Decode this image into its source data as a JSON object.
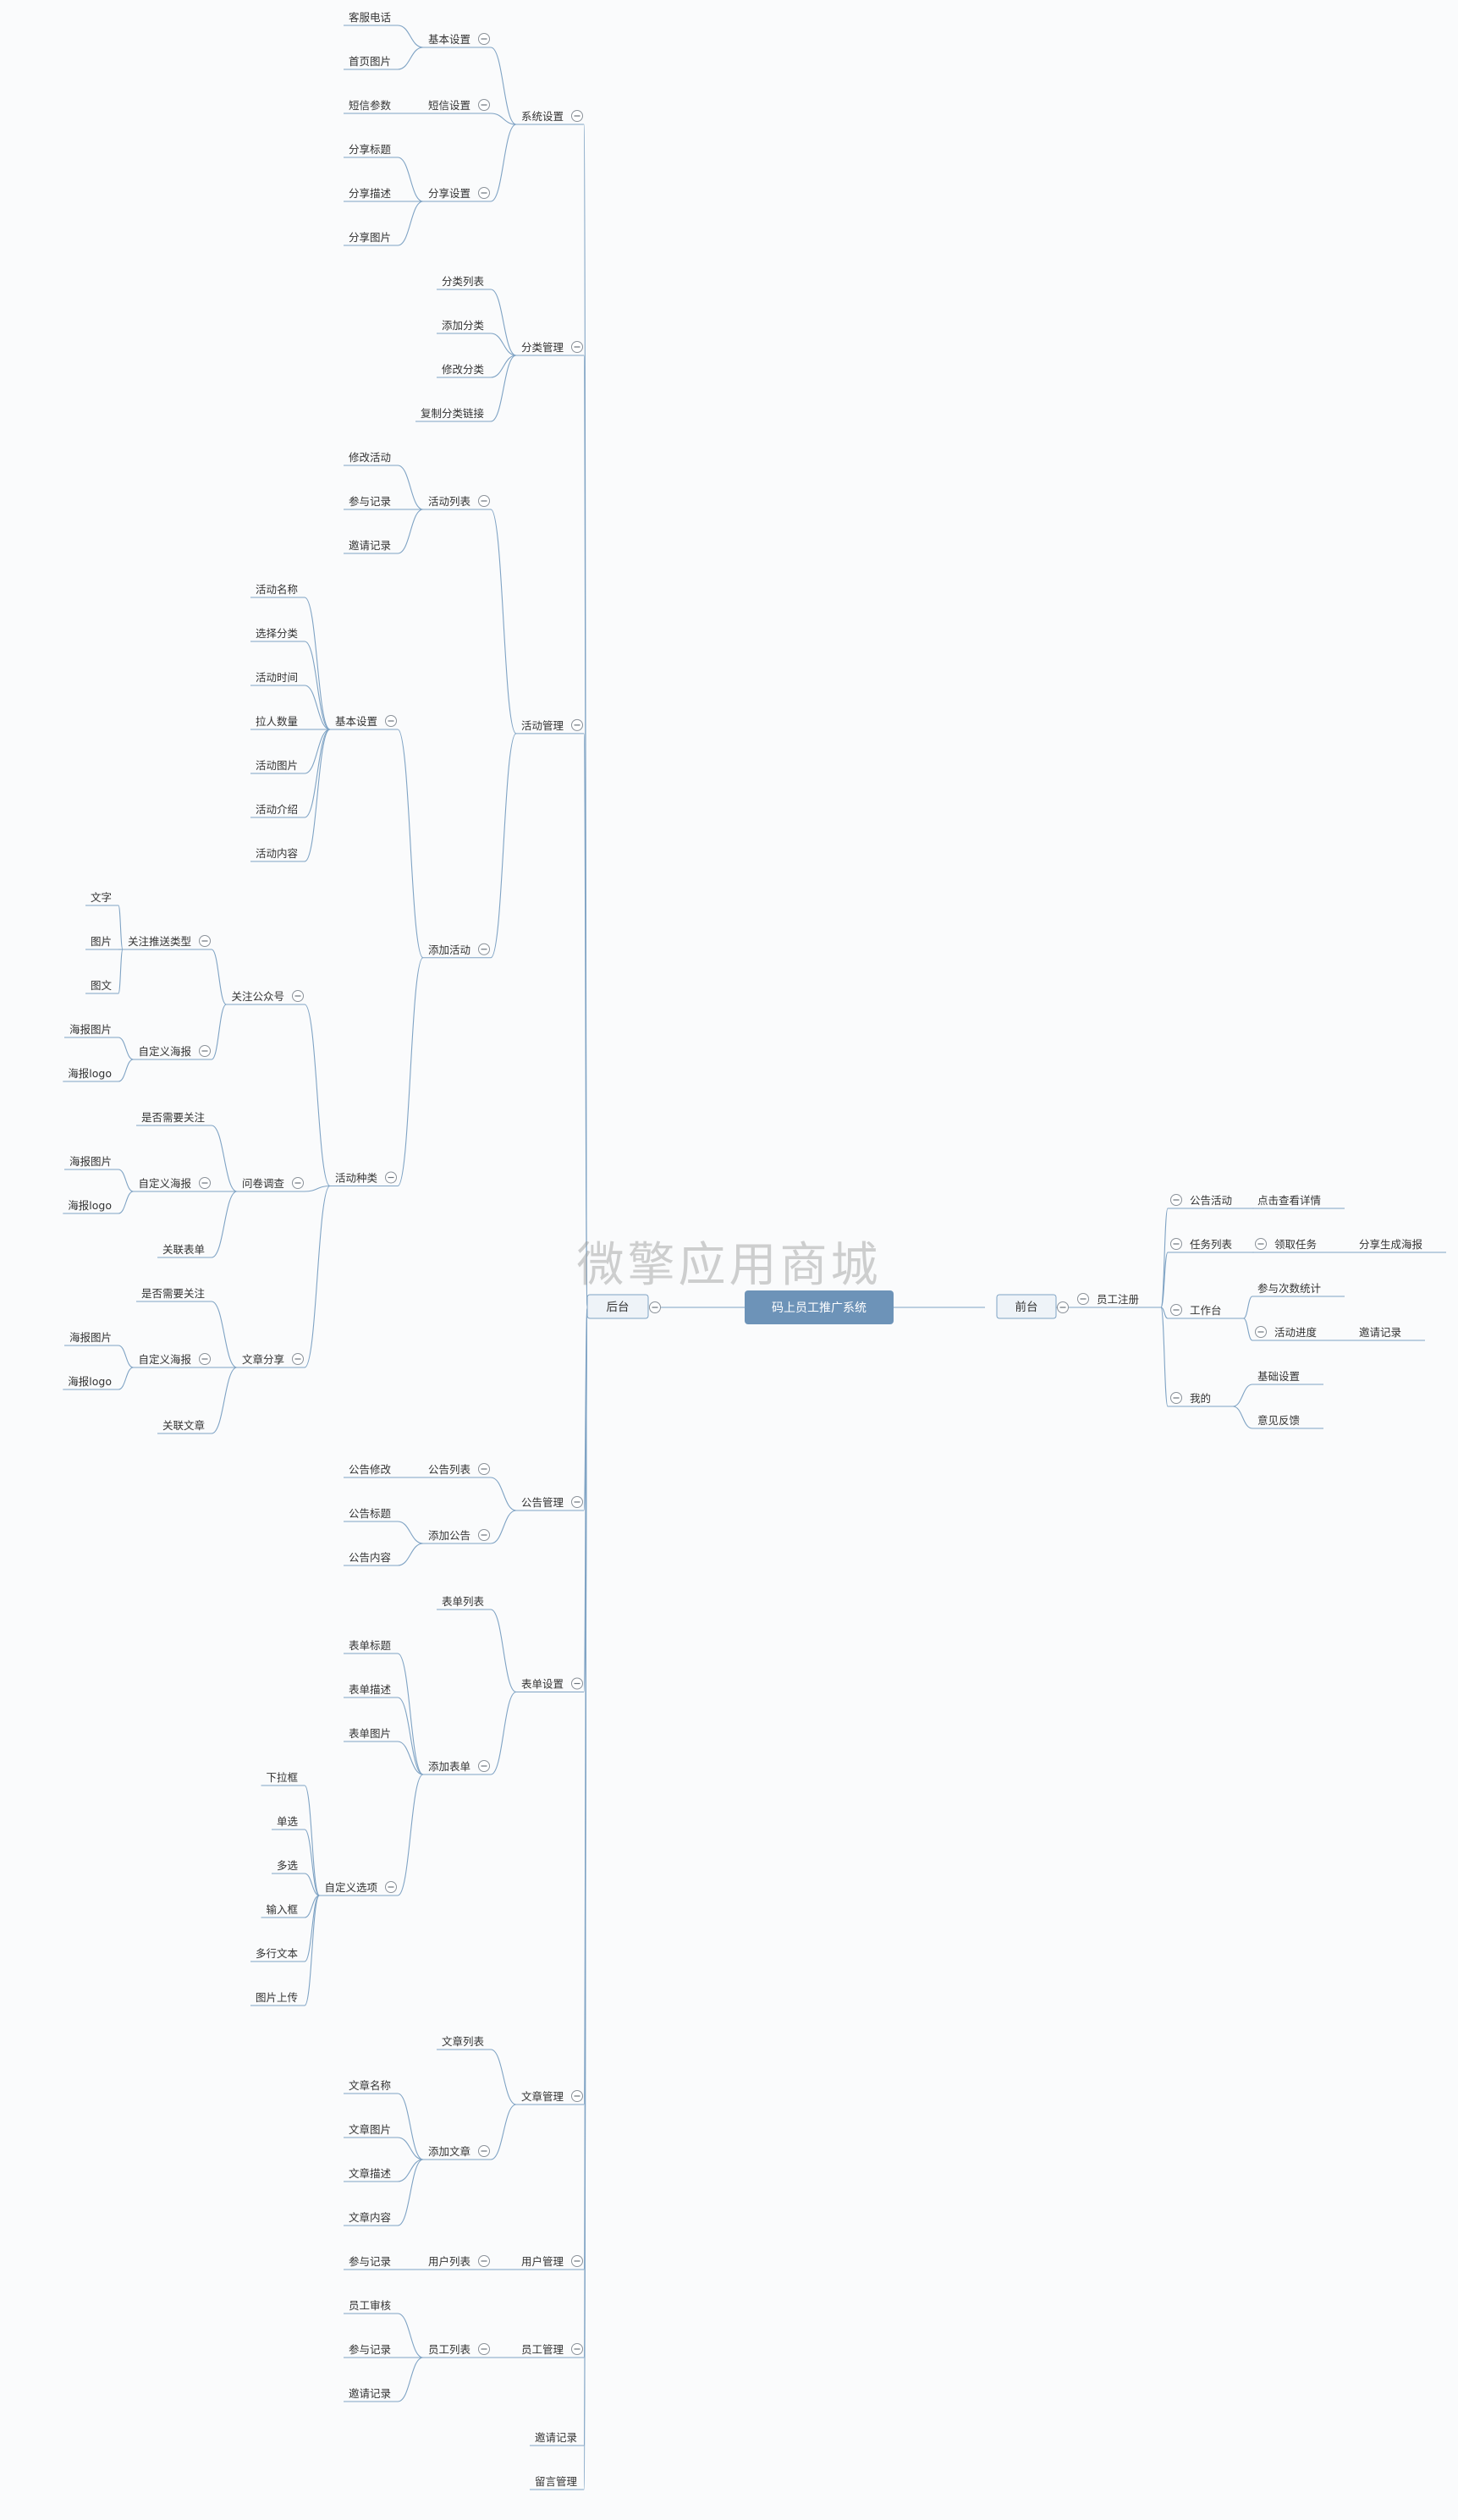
{
  "watermark": "微擎应用商城",
  "root": "码上员工推广系统",
  "back": {
    "label": "后台",
    "children": [
      {
        "label": "系统设置",
        "children": [
          {
            "label": "基本设置",
            "children": [
              {
                "label": "客服电话"
              },
              {
                "label": "首页图片"
              }
            ]
          },
          {
            "label": "短信设置",
            "children": [
              {
                "label": "短信参数"
              }
            ]
          },
          {
            "label": "分享设置",
            "children": [
              {
                "label": "分享标题"
              },
              {
                "label": "分享描述"
              },
              {
                "label": "分享图片"
              }
            ]
          }
        ]
      },
      {
        "label": "分类管理",
        "children": [
          {
            "label": "分类列表"
          },
          {
            "label": "添加分类"
          },
          {
            "label": "修改分类"
          },
          {
            "label": "复制分类链接"
          }
        ]
      },
      {
        "label": "活动管理",
        "children": [
          {
            "label": "活动列表",
            "children": [
              {
                "label": "修改活动"
              },
              {
                "label": "参与记录"
              },
              {
                "label": "邀请记录"
              }
            ]
          },
          {
            "label": "添加活动",
            "children": [
              {
                "label": "基本设置",
                "children": [
                  {
                    "label": "活动名称"
                  },
                  {
                    "label": "选择分类"
                  },
                  {
                    "label": "活动时间"
                  },
                  {
                    "label": "拉人数量"
                  },
                  {
                    "label": "活动图片"
                  },
                  {
                    "label": "活动介绍"
                  },
                  {
                    "label": "活动内容"
                  }
                ]
              },
              {
                "label": "活动种类",
                "children": [
                  {
                    "label": "关注公众号",
                    "children": [
                      {
                        "label": "关注推送类型",
                        "children": [
                          {
                            "label": "文字"
                          },
                          {
                            "label": "图片"
                          },
                          {
                            "label": "图文"
                          }
                        ]
                      },
                      {
                        "label": "自定义海报",
                        "children": [
                          {
                            "label": "海报图片"
                          },
                          {
                            "label": "海报logo"
                          }
                        ]
                      }
                    ]
                  },
                  {
                    "label": "问卷调查",
                    "children": [
                      {
                        "label": "是否需要关注"
                      },
                      {
                        "label": "自定义海报",
                        "children": [
                          {
                            "label": "海报图片"
                          },
                          {
                            "label": "海报logo"
                          }
                        ]
                      },
                      {
                        "label": "关联表单"
                      }
                    ]
                  },
                  {
                    "label": "文章分享",
                    "children": [
                      {
                        "label": "是否需要关注"
                      },
                      {
                        "label": "自定义海报",
                        "children": [
                          {
                            "label": "海报图片"
                          },
                          {
                            "label": "海报logo"
                          }
                        ]
                      },
                      {
                        "label": "关联文章"
                      }
                    ]
                  }
                ]
              }
            ]
          }
        ]
      },
      {
        "label": "公告管理",
        "children": [
          {
            "label": "公告列表",
            "children": [
              {
                "label": "公告修改"
              }
            ]
          },
          {
            "label": "添加公告",
            "children": [
              {
                "label": "公告标题"
              },
              {
                "label": "公告内容"
              }
            ]
          }
        ]
      },
      {
        "label": "表单设置",
        "children": [
          {
            "label": "表单列表"
          },
          {
            "label": "添加表单",
            "children": [
              {
                "label": "表单标题"
              },
              {
                "label": "表单描述"
              },
              {
                "label": "表单图片"
              },
              {
                "label": "自定义选项",
                "children": [
                  {
                    "label": "下拉框"
                  },
                  {
                    "label": "单选"
                  },
                  {
                    "label": "多选"
                  },
                  {
                    "label": "输入框"
                  },
                  {
                    "label": "多行文本"
                  },
                  {
                    "label": "图片上传"
                  }
                ]
              }
            ]
          }
        ]
      },
      {
        "label": "文章管理",
        "children": [
          {
            "label": "文章列表"
          },
          {
            "label": "添加文章",
            "children": [
              {
                "label": "文章名称"
              },
              {
                "label": "文章图片"
              },
              {
                "label": "文章描述"
              },
              {
                "label": "文章内容"
              }
            ]
          }
        ]
      },
      {
        "label": "用户管理",
        "children": [
          {
            "label": "用户列表",
            "children": [
              {
                "label": "参与记录"
              }
            ]
          }
        ]
      },
      {
        "label": "员工管理",
        "children": [
          {
            "label": "员工列表",
            "children": [
              {
                "label": "员工审核"
              },
              {
                "label": "参与记录"
              },
              {
                "label": "邀请记录"
              }
            ]
          }
        ]
      },
      {
        "label": "邀请记录"
      },
      {
        "label": "留言管理"
      }
    ]
  },
  "front": {
    "label": "前台",
    "children": [
      {
        "label": "员工注册",
        "children": [
          {
            "label": "公告活动",
            "children": [
              {
                "label": "点击查看详情"
              }
            ]
          },
          {
            "label": "任务列表",
            "children": [
              {
                "label": "领取任务",
                "children": [
                  {
                    "label": "分享生成海报"
                  }
                ]
              }
            ]
          },
          {
            "label": "工作台",
            "children": [
              {
                "label": "参与次数统计"
              },
              {
                "label": "活动进度",
                "children": [
                  {
                    "label": "邀请记录"
                  }
                ]
              }
            ]
          },
          {
            "label": "我的",
            "children": [
              {
                "label": "基础设置"
              },
              {
                "label": "意见反馈"
              }
            ]
          }
        ]
      }
    ]
  }
}
